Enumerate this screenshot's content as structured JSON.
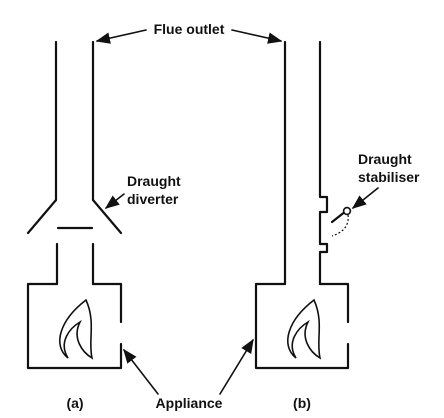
{
  "labels": {
    "flue_outlet": "Flue outlet",
    "draught_diverter_line1": "Draught",
    "draught_diverter_line2": "diverter",
    "draught_stabiliser_line1": "Draught",
    "draught_stabiliser_line2": "stabiliser",
    "appliance": "Appliance",
    "panel_a": "(a)",
    "panel_b": "(b)"
  },
  "colors": {
    "line": "#111111",
    "background": "#ffffff"
  }
}
